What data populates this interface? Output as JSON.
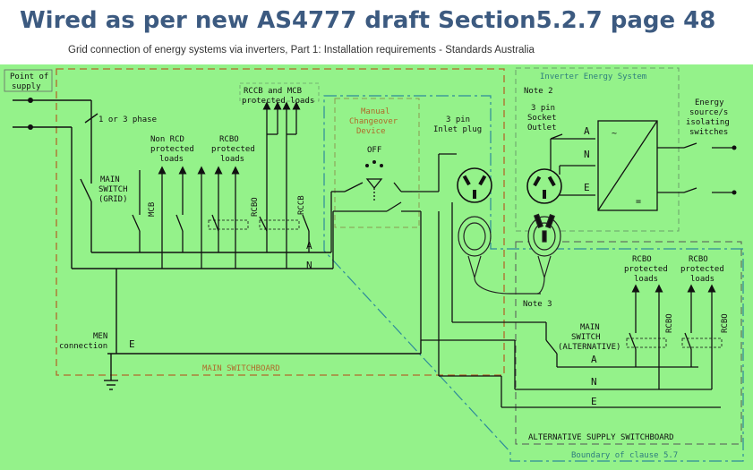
{
  "title": "Wired as per new AS4777 draft Section5.2.7 page 48",
  "subtitle": "Grid connection of energy systems via inverters, Part 1: Installation requirements - Standards Australia",
  "colors": {
    "background": "#94f28a",
    "title": "#3c5a80",
    "wire": "#111111",
    "main_switchboard_border": "#b06a2a",
    "alt_switchboard_border": "#555555",
    "boundary": "#2e8b9a"
  },
  "labels": {
    "point_of_supply": [
      "Point of",
      "supply"
    ],
    "phase": "1 or 3 phase",
    "main_switch_grid": [
      "MAIN",
      "SWITCH",
      "(GRID)"
    ],
    "mcb": "MCB",
    "non_rcd": [
      "Non RCD",
      "protected",
      "loads"
    ],
    "rcbo_loads": [
      "RCBO",
      "protected",
      "loads"
    ],
    "rcbo": "RCBO",
    "rccb_mcb": [
      "RCCB and MCB",
      "protected loads"
    ],
    "rccb": "RCCB",
    "manual_changeover": [
      "Manual",
      "Changeover",
      "Device"
    ],
    "off": "OFF",
    "inlet_plug": [
      "3 pin",
      "Inlet plug"
    ],
    "inverter_energy_system": "Inverter Energy System",
    "note2": "Note 2",
    "socket_outlet": [
      "3 pin",
      "Socket",
      "Outlet"
    ],
    "energy_source": [
      "Energy",
      "source/s",
      "isolating",
      "switches"
    ],
    "a": "A",
    "n": "N",
    "e": "E",
    "men_connection": [
      "MEN",
      "connection"
    ],
    "main_switchboard": "MAIN SWITCHBOARD",
    "note3": "Note 3",
    "main_switch_alt": [
      "MAIN",
      "SWITCH",
      "(ALTERNATIVE)"
    ],
    "alt_supply_switchboard": "ALTERNATIVE SUPPLY SWITCHBOARD",
    "boundary": "Boundary of clause 5.7"
  }
}
